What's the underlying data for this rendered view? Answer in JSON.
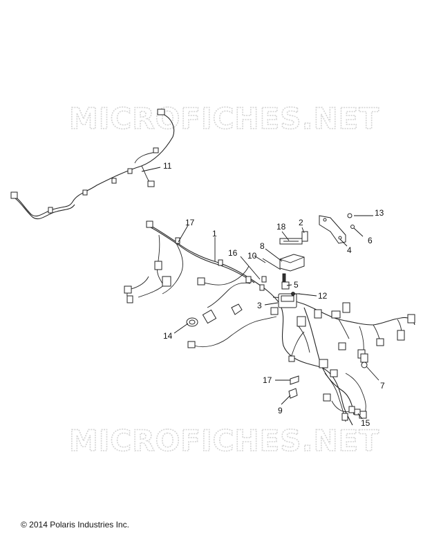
{
  "watermark": {
    "text": "MICROFICHES.NET"
  },
  "callouts": [
    "1",
    "2",
    "3",
    "4",
    "5",
    "6",
    "7",
    "8",
    "9",
    "10",
    "11",
    "12",
    "13",
    "14",
    "15",
    "16",
    "17",
    "17",
    "18"
  ],
  "copyright": "© 2014 Polaris Industries Inc."
}
